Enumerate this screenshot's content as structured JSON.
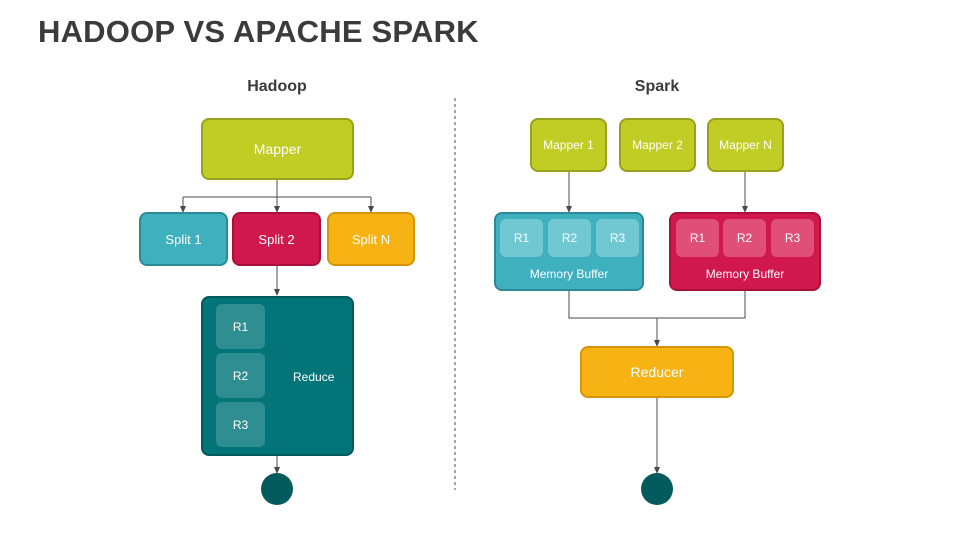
{
  "title": "HADOOP VS APACHE SPARK",
  "hadoop": {
    "heading": "Hadoop",
    "mapper": "Mapper",
    "splits": [
      "Split 1",
      "Split 2",
      "Split N"
    ],
    "reduce_items": [
      "R1",
      "R2",
      "R3"
    ],
    "reduce_label": "Reduce"
  },
  "spark": {
    "heading": "Spark",
    "mappers": [
      "Mapper 1",
      "Mapper 2",
      "Mapper N"
    ],
    "buffers": [
      {
        "items": [
          "R1",
          "R2",
          "R3"
        ],
        "label": "Memory Buffer"
      },
      {
        "items": [
          "R1",
          "R2",
          "R3"
        ],
        "label": "Memory Buffer"
      }
    ],
    "reducer": "Reducer"
  },
  "colors": {
    "green": "#c1cc25",
    "teal": "#3eb0be",
    "red": "#d1184e",
    "orange": "#f7b314",
    "dark_teal": "#037478",
    "end_node": "#045b5d"
  }
}
